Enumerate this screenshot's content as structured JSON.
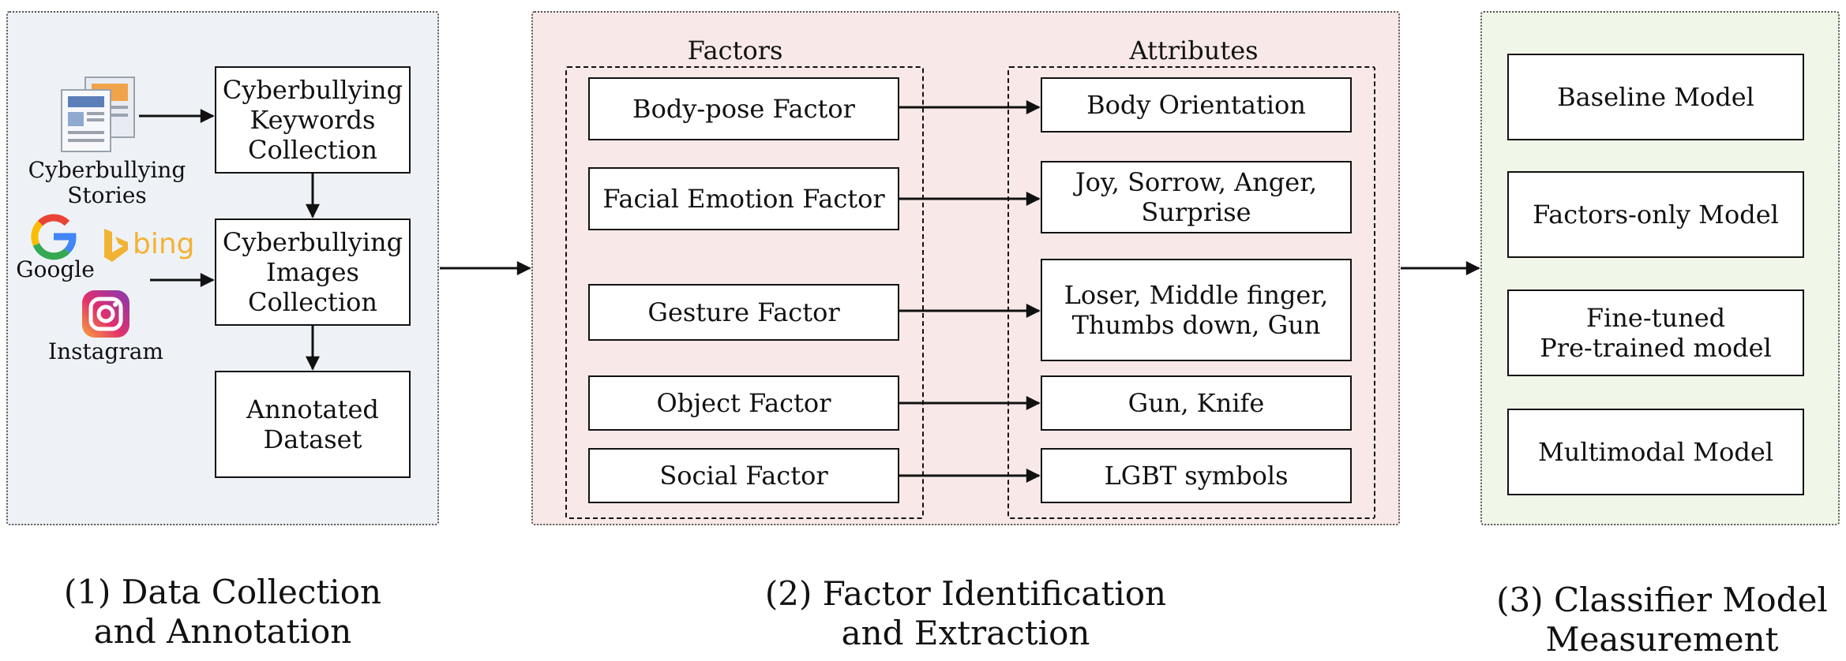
{
  "stage1": {
    "caption": "(1) Data Collection\nand Annotation",
    "stories_label": "Cyberbullying\nStories",
    "google_label": "Google",
    "bing_label": "bing",
    "instagram_label": "Instagram",
    "keywords_box": "Cyberbullying\nKeywords\nCollection",
    "images_box": "Cyberbullying\nImages\nCollection",
    "dataset_box": "Annotated\nDataset"
  },
  "stage2": {
    "caption": "(2) Factor Identification\nand Extraction",
    "factors_heading": "Factors",
    "attributes_heading": "Attributes",
    "factors": [
      "Body-pose Factor",
      "Facial Emotion Factor",
      "Gesture Factor",
      "Object Factor",
      "Social Factor"
    ],
    "attributes": [
      "Body Orientation",
      "Joy, Sorrow, Anger,\nSurprise",
      "Loser, Middle finger,\nThumbs down, Gun",
      "Gun, Knife",
      "LGBT symbols"
    ]
  },
  "stage3": {
    "caption": "(3) Classifier Model\nMeasurement",
    "models": [
      "Baseline Model",
      "Factors-only Model",
      "Fine-tuned\nPre-trained model",
      "Multimodal Model"
    ]
  },
  "colors": {
    "panel1_bg": "#eef2f6",
    "panel2_bg": "#f8e9e8",
    "panel3_bg": "#f1f7e8",
    "bing": "#f2b234",
    "google_blue": "#4285f4",
    "google_red": "#ea4335",
    "google_yellow": "#fbbc05",
    "google_green": "#34a853"
  },
  "icons": [
    "document-stack-icon",
    "google-logo-icon",
    "bing-logo-icon",
    "instagram-logo-icon"
  ]
}
